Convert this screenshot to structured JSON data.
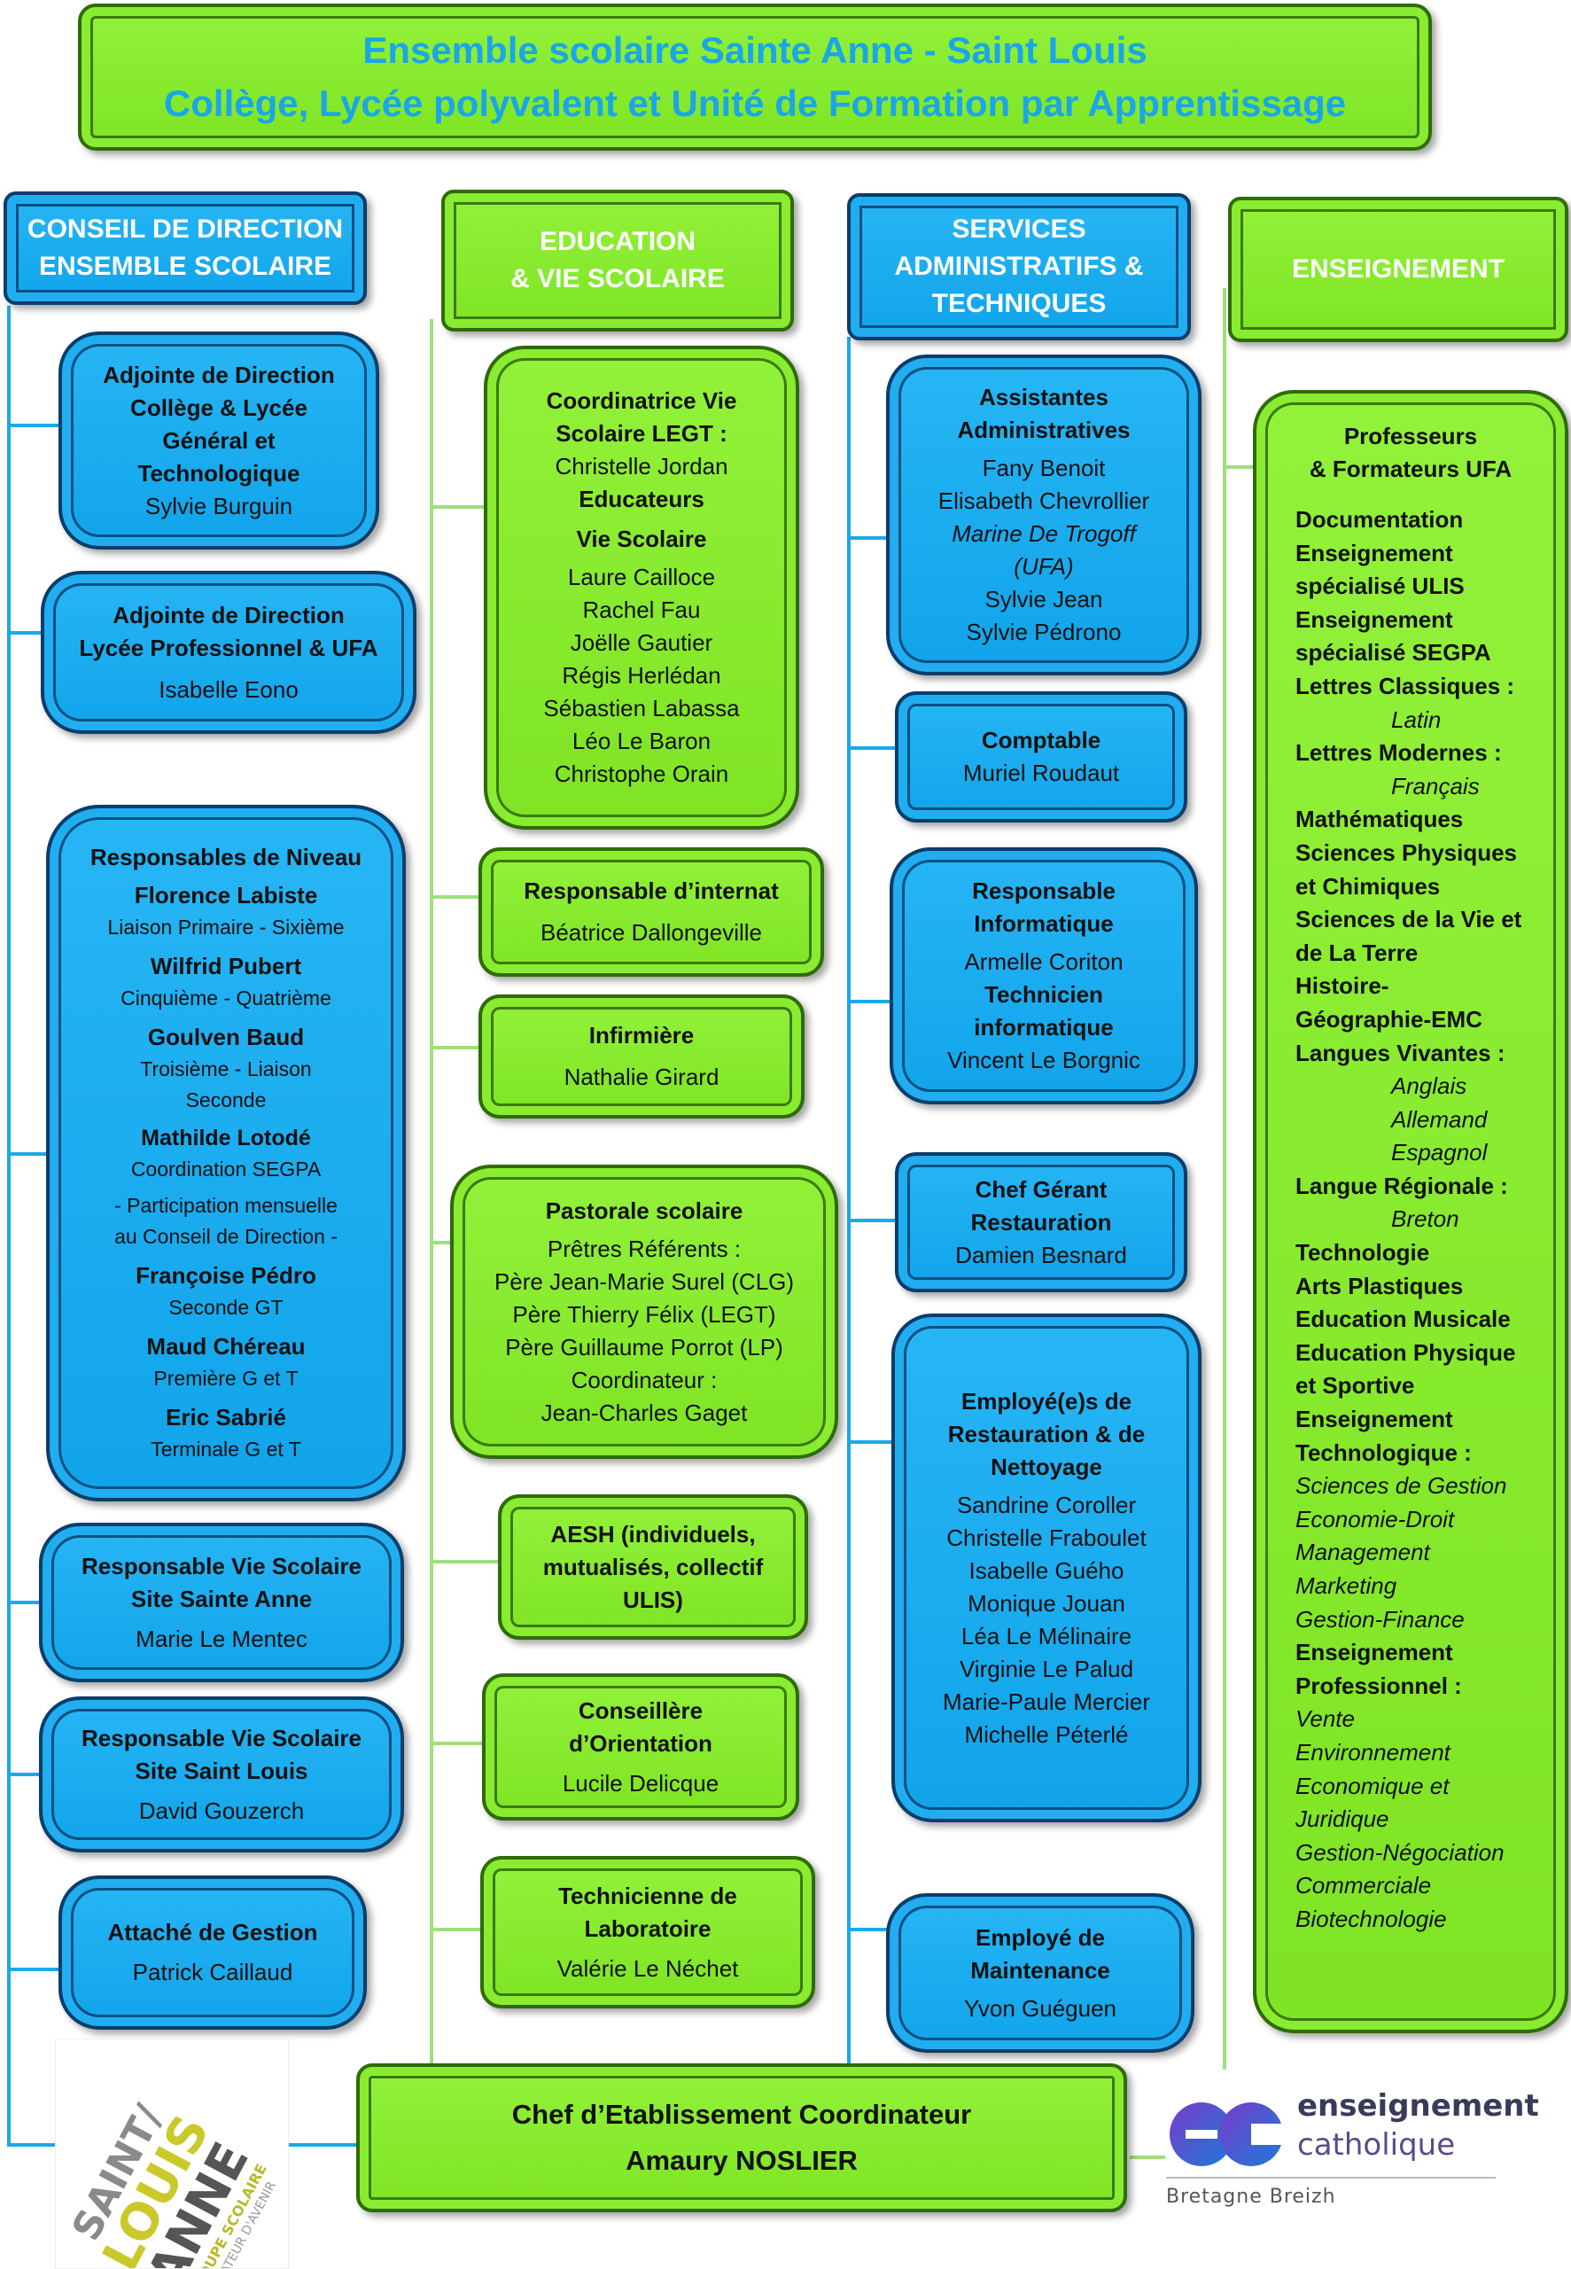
{
  "title": {
    "line1": "Ensemble scolaire Sainte Anne - Saint Louis",
    "line2": "Collège, Lycée polyvalent et Unité de Formation par Apprentissage"
  },
  "columns": {
    "direction": {
      "line1": "CONSEIL DE DIRECTION",
      "line2": "ENSEMBLE SCOLAIRE"
    },
    "education": {
      "line1": "EDUCATION",
      "line2": "& VIE SCOLAIRE"
    },
    "services": {
      "line1": "SERVICES",
      "line2": "ADMINISTRATIFS &",
      "line3": "TECHNIQUES"
    },
    "enseignement": {
      "line1": "ENSEIGNEMENT"
    }
  },
  "direction_boxes": {
    "adjointe_college": {
      "l1": "Adjointe de Direction",
      "l2": "Collège & Lycée",
      "l3": "Général et",
      "l4": "Technologique",
      "name": "Sylvie Burguin"
    },
    "adjointe_lp": {
      "l1": "Adjointe de Direction",
      "l2": "Lycée Professionnel & UFA",
      "name": "Isabelle Eono"
    },
    "niveaux": {
      "title": "Responsables de Niveau",
      "p1": "Florence Labiste",
      "r1": "Liaison Primaire - Sixième",
      "p2": "Wilfrid Pubert",
      "r2": "Cinquième - Quatrième",
      "p3": "Goulven Baud",
      "r3a": "Troisième - Liaison",
      "r3b": "Seconde",
      "p4": "Mathilde Lotodé",
      "r4": "Coordination SEGPA",
      "note1": "- Participation mensuelle",
      "note2": "au Conseil de Direction -",
      "p5": "Françoise Pédro",
      "r5": "Seconde GT",
      "p6": "Maud Chéreau",
      "r6": "Première G et T",
      "p7": "Eric Sabrié",
      "r7": "Terminale G et T"
    },
    "vs_anne": {
      "l1": "Responsable Vie Scolaire",
      "l2": "Site Sainte Anne",
      "name": "Marie Le Mentec"
    },
    "vs_louis": {
      "l1": "Responsable Vie Scolaire",
      "l2": "Site Saint Louis",
      "name": "David Gouzerch"
    },
    "gestion": {
      "l1": "Attaché de Gestion",
      "name": "Patrick Caillaud"
    }
  },
  "education_boxes": {
    "coord": {
      "l1": "Coordinatrice Vie",
      "l2": "Scolaire LEGT :",
      "name": "Christelle Jordan",
      "h2": "Educateurs",
      "h3": "Vie Scolaire",
      "people": [
        "Laure Cailloce",
        "Rachel Fau",
        "Joëlle Gautier",
        "Régis Herlédan",
        "Sébastien Labassa",
        "Léo Le Baron",
        "Christophe Orain"
      ]
    },
    "internat": {
      "l1": "Responsable d’internat",
      "name": "Béatrice Dallongeville"
    },
    "infirmiere": {
      "l1": "Infirmière",
      "name": "Nathalie Girard"
    },
    "pastorale": {
      "l1": "Pastorale scolaire",
      "l2": "Prêtres Référents :",
      "p1": "Père Jean-Marie Surel (CLG)",
      "p2": "Père Thierry Félix (LEGT)",
      "p3": "Père Guillaume Porrot (LP)",
      "l3": "Coordinateur :",
      "p4": "Jean-Charles Gaget"
    },
    "aesh": {
      "l1": "AESH (individuels,",
      "l2": "mutualisés, collectif",
      "l3": "ULIS)"
    },
    "orientation": {
      "l1": "Conseillère",
      "l2": "d’Orientation",
      "name": "Lucile Delicque"
    },
    "labo": {
      "l1": "Technicienne de",
      "l2": "Laboratoire",
      "name": "Valérie Le Néchet"
    }
  },
  "services_boxes": {
    "assistantes": {
      "l1": "Assistantes",
      "l2": "Administratives",
      "p1": "Fany Benoit",
      "p2": "Elisabeth Chevrollier",
      "p3": "Marine De Trogoff",
      "p3b": "(UFA)",
      "p4": "Sylvie Jean",
      "p5": "Sylvie Pédrono"
    },
    "comptable": {
      "l1": "Comptable",
      "name": "Muriel Roudaut"
    },
    "informatique": {
      "l1": "Responsable",
      "l2": "Informatique",
      "p1": "Armelle Coriton",
      "l3": "Technicien",
      "l4": "informatique",
      "p2": "Vincent Le Borgnic"
    },
    "restauration": {
      "l1": "Chef Gérant",
      "l2": "Restauration",
      "name": "Damien Besnard"
    },
    "employes": {
      "l1": "Employé(e)s de",
      "l2": "Restauration & de",
      "l3": "Nettoyage",
      "people": [
        "Sandrine Coroller",
        "Christelle Fraboulet",
        "Isabelle Guého",
        "Monique Jouan",
        "Léa Le Mélinaire",
        "Virginie Le Palud",
        "Marie-Paule Mercier",
        "Michelle Péterlé"
      ]
    },
    "maintenance": {
      "l1": "Employé de",
      "l2": "Maintenance",
      "name": "Yvon Guéguen"
    }
  },
  "enseignement_box": {
    "h1": "Professeurs",
    "h2": "& Formateurs UFA",
    "lines": [
      {
        "text": "Documentation",
        "style": "b"
      },
      {
        "text": "Enseignement",
        "style": "b"
      },
      {
        "text": "spécialisé ULIS",
        "style": "b"
      },
      {
        "text": "Enseignement",
        "style": "b"
      },
      {
        "text": "spécialisé SEGPA",
        "style": "b"
      },
      {
        "text": "Lettres Classiques :",
        "style": "b"
      },
      {
        "text": "Latin",
        "style": "i2"
      },
      {
        "text": "Lettres Modernes :",
        "style": "b"
      },
      {
        "text": "Français",
        "style": "i2"
      },
      {
        "text": "Mathématiques",
        "style": "b"
      },
      {
        "text": "Sciences Physiques",
        "style": "b"
      },
      {
        "text": "et Chimiques",
        "style": "b"
      },
      {
        "text": "Sciences de la Vie et",
        "style": "b"
      },
      {
        "text": "de La Terre",
        "style": "b"
      },
      {
        "text": "Histoire-",
        "style": "b"
      },
      {
        "text": "Géographie-EMC",
        "style": "b"
      },
      {
        "text": "Langues Vivantes :",
        "style": "b"
      },
      {
        "text": "Anglais",
        "style": "i2"
      },
      {
        "text": "Allemand",
        "style": "i2"
      },
      {
        "text": "Espagnol",
        "style": "i2"
      },
      {
        "text": "Langue Régionale :",
        "style": "b"
      },
      {
        "text": "Breton",
        "style": "i2"
      },
      {
        "text": "Technologie",
        "style": "b"
      },
      {
        "text": "Arts Plastiques",
        "style": "b"
      },
      {
        "text": "Education Musicale",
        "style": "b"
      },
      {
        "text": "Education Physique",
        "style": "b"
      },
      {
        "text": "et Sportive",
        "style": "b"
      },
      {
        "text": "Enseignement",
        "style": "b"
      },
      {
        "text": "Technologique :",
        "style": "b"
      },
      {
        "text": "Sciences de Gestion",
        "style": "i"
      },
      {
        "text": "Economie-Droit",
        "style": "i"
      },
      {
        "text": "Management",
        "style": "i"
      },
      {
        "text": "Marketing",
        "style": "i"
      },
      {
        "text": "Gestion-Finance",
        "style": "i"
      },
      {
        "text": "Enseignement",
        "style": "b"
      },
      {
        "text": "Professionnel :",
        "style": "b"
      },
      {
        "text": "Vente",
        "style": "i"
      },
      {
        "text": "Environnement",
        "style": "i"
      },
      {
        "text": "Economique et",
        "style": "i"
      },
      {
        "text": "Juridique",
        "style": "i"
      },
      {
        "text": "Gestion-Négociation",
        "style": "i"
      },
      {
        "text": "Commerciale",
        "style": "i"
      },
      {
        "text": "Biotechnologie",
        "style": "i"
      }
    ]
  },
  "chef": {
    "l1": "Chef d’Etablissement Coordinateur",
    "l2": "Amaury NOSLIER"
  },
  "logo_left": {
    "line1": "SAINT/",
    "line2": "LOUIS",
    "line3": "ANNE",
    "line4": "GROUPE SCOLAIRE",
    "line5": "CRÉATEUR D'AVENIR"
  },
  "logo_right": {
    "mark": "ec",
    "l1": "enseignement",
    "l2": "catholique",
    "l3": "Bretagne Breizh"
  },
  "colors": {
    "blue": "#15a8ee",
    "green": "#86ea2c",
    "title_text": "#1aa6e8",
    "navy": "#0a3d6b"
  }
}
